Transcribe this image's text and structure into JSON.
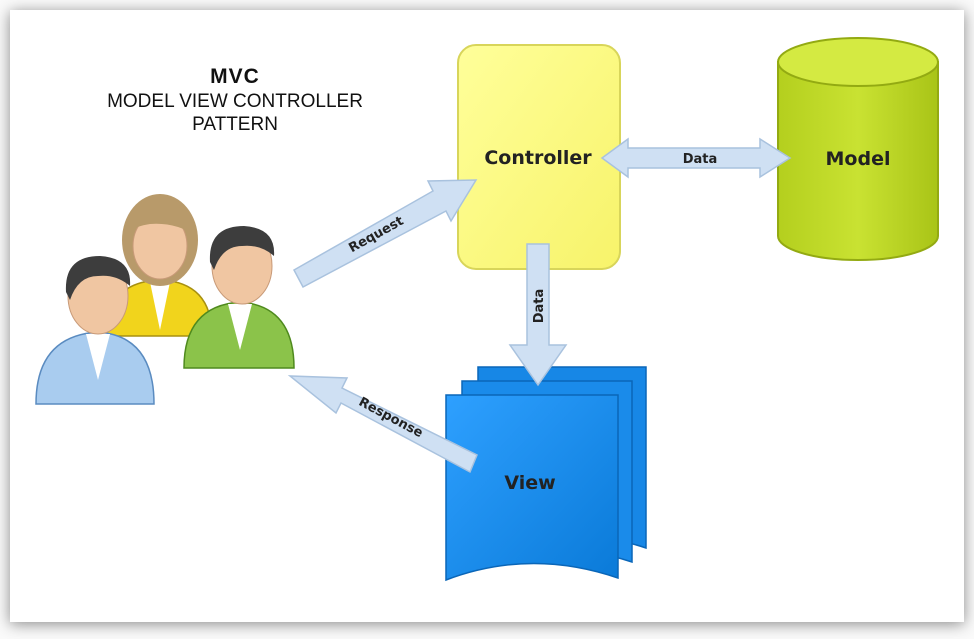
{
  "title": {
    "main": "MVC",
    "line1": "MODEL VIEW CONTROLLER",
    "line2": "PATTERN"
  },
  "nodes": {
    "controller": "Controller",
    "model": "Model",
    "view": "View"
  },
  "arrows": {
    "request": "Request",
    "response": "Response",
    "data_controller_model": "Data",
    "data_controller_view": "Data"
  },
  "colors": {
    "controller_fill": "#ffff80",
    "model_fill": "#c2dc28",
    "view_fill": "#1f8ff0",
    "arrow_fill": "#cfe0f3",
    "arrow_stroke": "#a9c2de"
  },
  "users_icon": "users-group-icon"
}
